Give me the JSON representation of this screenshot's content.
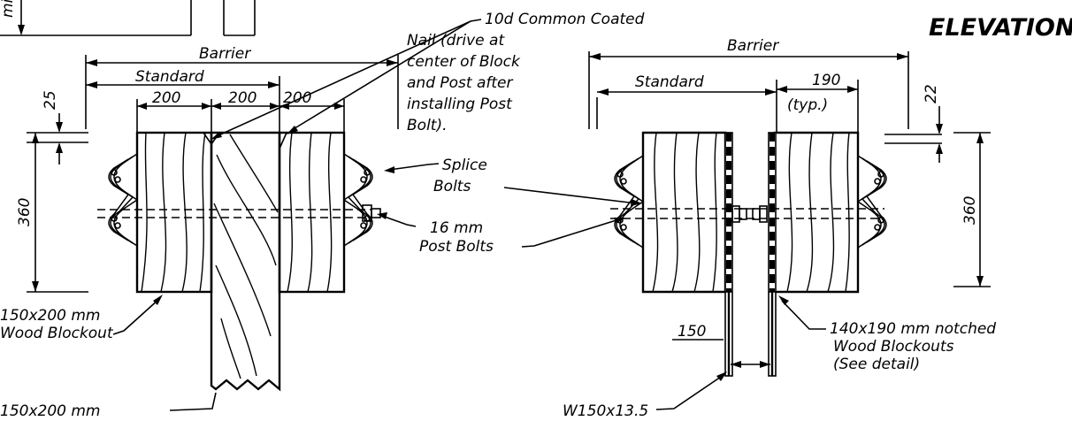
{
  "title": "ELEVATION",
  "left_view": {
    "barrier_label": "Barrier",
    "standard_label": "Standard",
    "dim_200_a": "200",
    "dim_200_b": "200",
    "dim_200_c": "200",
    "dim_25": "25",
    "dim_360": "360",
    "blockout_label_line1": "150x200 mm",
    "blockout_label_line2": "Wood Blockout",
    "post_label_line1": "150x200 mm"
  },
  "right_view": {
    "barrier_label": "Barrier",
    "standard_label": "Standard",
    "dim_190": "190",
    "dim_typ": "(typ.)",
    "dim_22": "22",
    "dim_360": "360",
    "dim_150": "150",
    "blockout_label_line1": "140x190 mm notched",
    "blockout_label_line2": "Wood Blockouts",
    "blockout_label_line3": "(See detail)",
    "post_label": "W150x13.5"
  },
  "callouts": {
    "nail_line1": "10d Common Coated",
    "nail_line2": "Nail (drive at",
    "nail_line3": "center of Block",
    "nail_line4": "and Post after",
    "nail_line5": "installing Post",
    "nail_line6": "Bolt).",
    "splice_line1": "Splice",
    "splice_line2": "Bolts",
    "post_bolts_line1": "16 mm",
    "post_bolts_line2": "Post Bolts"
  },
  "corner_fragment": "mi"
}
